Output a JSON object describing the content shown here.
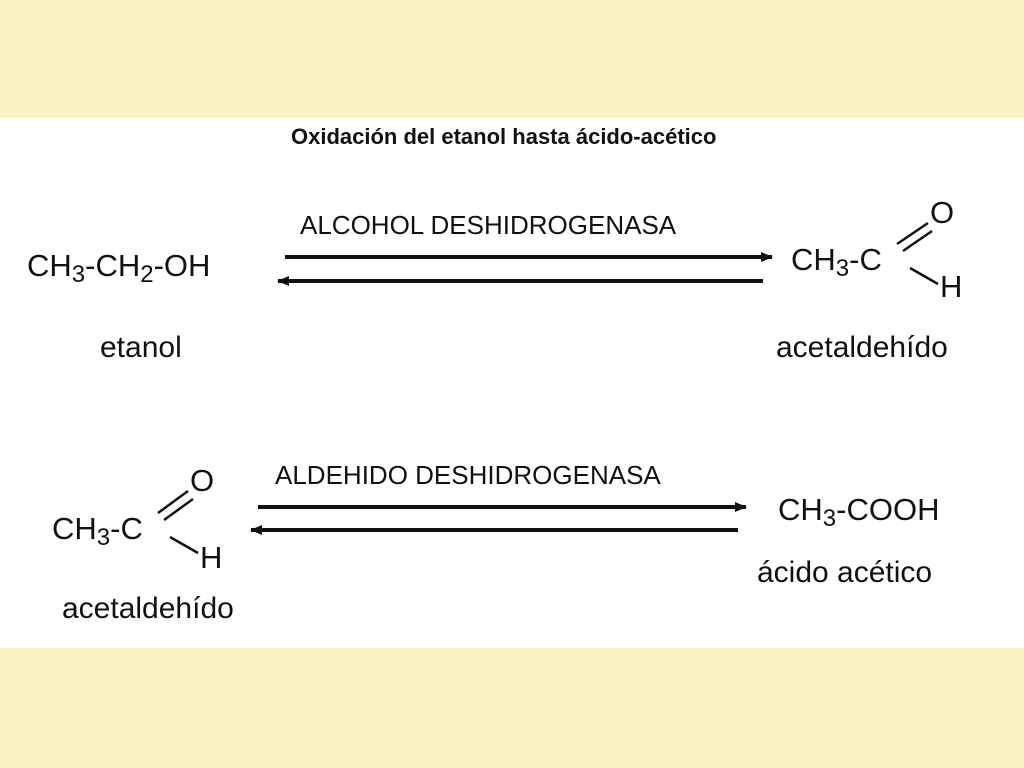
{
  "title": "Oxidación del etanol hasta ácido-acético",
  "reaction1": {
    "enzyme": "ALCOHOL DESHIDROGENASA",
    "substrate": {
      "parts": [
        "CH",
        "3",
        "-CH",
        "2",
        "-OH"
      ],
      "name": "etanol"
    },
    "product": {
      "prefix": "CH",
      "sub": "3",
      "suffix": "-C",
      "O": "O",
      "H": "H",
      "name": "acetaldehído"
    }
  },
  "reaction2": {
    "enzyme": "ALDEHIDO DESHIDROGENASA",
    "substrate": {
      "prefix": "CH",
      "sub": "3",
      "suffix": "-C",
      "O": "O",
      "H": "H",
      "name": "acetaldehído"
    },
    "product": {
      "parts": [
        "CH",
        "3",
        "-COOH"
      ],
      "name": "ácido acético"
    }
  },
  "colors": {
    "background_band": "#FAF3C4",
    "panel": "#FFFFFF",
    "ink": "#111111"
  }
}
